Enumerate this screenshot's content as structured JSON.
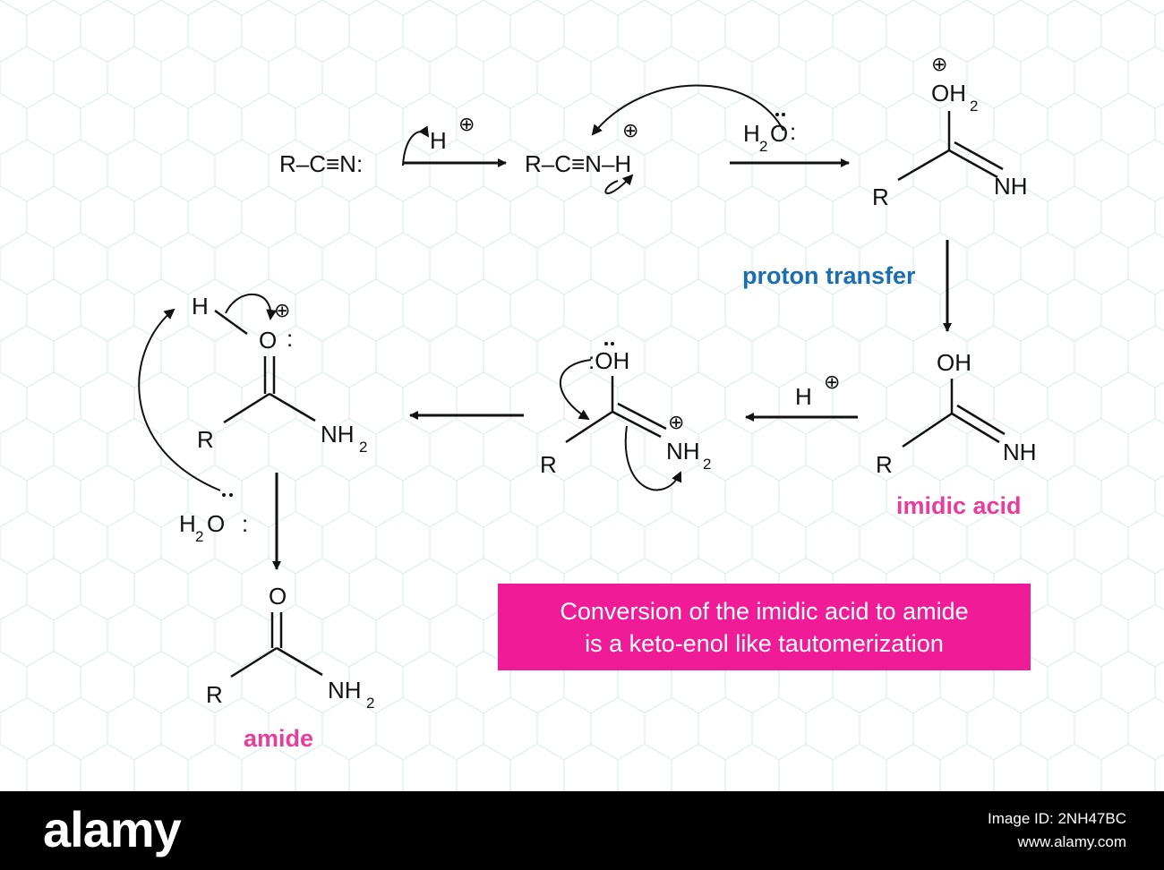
{
  "colors": {
    "ink": "#111111",
    "blue_label": "#1a6fb0",
    "pink_label": "#e93c9b",
    "note_box": "#ef1b97",
    "hex_pattern": "#d9e8ea",
    "footer": "#000000"
  },
  "row1": {
    "nitrile": "R–C≡N:",
    "proton": "H",
    "nitrilium": "R–C≡N–H",
    "water": {
      "h": "H",
      "sub": "2",
      "o": "O",
      "dots": ":"
    },
    "product_top": {
      "oh": "OH",
      "sub": "2"
    },
    "product_nh": "NH",
    "product_r": "R"
  },
  "step_label": "proton transfer",
  "row2": {
    "imidic_oh": "OH",
    "imidic_nh": "NH",
    "imidic_r": "R",
    "imidic_label": "imidic acid",
    "acid_h": "H",
    "cation_oh": ":OH",
    "cation_nh": "NH",
    "cation_sub": "2",
    "cation_r": "R",
    "prot_h": "H",
    "prot_o": "O",
    "prot_lone": ":",
    "prot_nh": "NH",
    "prot_sub": "2",
    "prot_r": "R",
    "base_water": {
      "h": "H",
      "sub": "2",
      "o": "O",
      "dots": ":"
    }
  },
  "row3": {
    "amide_o": "O",
    "amide_nh": "NH",
    "amide_sub": "2",
    "amide_r": "R",
    "amide_label": "amide"
  },
  "charge_symbol": "⊕",
  "note": {
    "line1": "Conversion of the imidic acid to amide",
    "line2": "is a keto-enol like tautomerization"
  },
  "footer": {
    "brand": "alamy",
    "image_id": "Image ID: 2NH47BC",
    "site": "www.alamy.com"
  }
}
